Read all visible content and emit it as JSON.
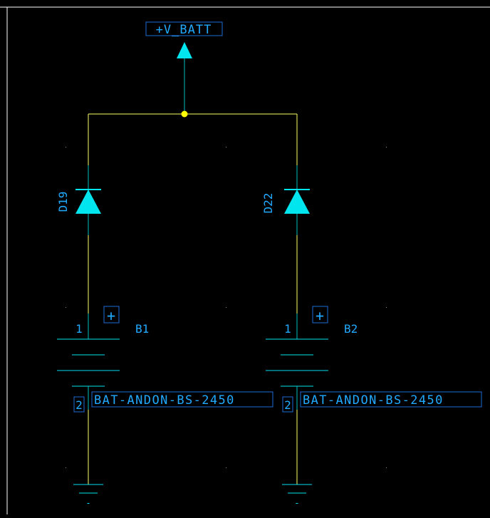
{
  "power_port": {
    "label": "+V_BATT"
  },
  "diodes": [
    {
      "ref": "D19"
    },
    {
      "ref": "D22"
    }
  ],
  "batteries": [
    {
      "ref": "B1",
      "value": "BAT-ANDON-BS-2450",
      "pin_plus": "1",
      "pin_minus": "2",
      "polarity": "+"
    },
    {
      "ref": "B2",
      "value": "BAT-ANDON-BS-2450",
      "pin_plus": "1",
      "pin_minus": "2",
      "polarity": "+"
    }
  ],
  "ground_symbol_text": "-",
  "colors": {
    "background": "#000000",
    "wire": "#ffff66",
    "pin": "#00bfbf",
    "component": "#00e5ee",
    "text": "#22aaff",
    "junction": "#ffff00",
    "frame": "#ffffff",
    "label_box": "#1e6bd6"
  }
}
